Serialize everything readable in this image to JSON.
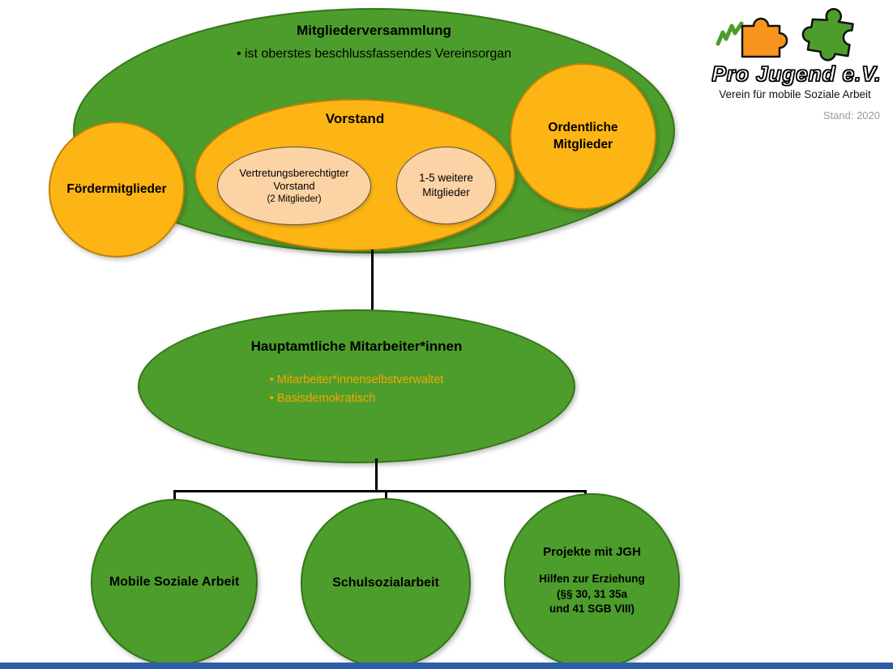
{
  "colors": {
    "green": "#4d9d2c",
    "orange": "#fdb515",
    "peach": "#fbd3a4",
    "bullet_orange": "#f7a600",
    "logo_orange": "#f7941d",
    "footer_blue": "#2d5ca9"
  },
  "icons": {
    "logo": "puzzle-pieces-icon"
  },
  "logo": {
    "name": "Pro Jugend e.V.",
    "subtitle": "Verein für mobile Soziale Arbeit",
    "date_note": "Stand: 2020"
  },
  "nodes": {
    "mitgliederversammlung": {
      "title": "Mitgliederversammlung",
      "bullet": "• ist oberstes beschlussfassendes Vereinsorgan"
    },
    "vorstand": {
      "title": "Vorstand",
      "vertretung_line1": "Vertretungsberechtigter",
      "vertretung_line2": "Vorstand",
      "vertretung_line3": "(2 Mitglieder)",
      "weitere_line1": "1-5 weitere",
      "weitere_line2": "Mitglieder"
    },
    "foerdermitglieder": {
      "title": "Fördermitglieder"
    },
    "ordentliche": {
      "line1": "Ordentliche",
      "line2": "Mitglieder"
    },
    "hauptamtliche": {
      "title": "Hauptamtliche Mitarbeiter*innen",
      "bullet1": "• Mitarbeiter*innenselbstverwaltet",
      "bullet2": "• Basisdemokratisch"
    },
    "mobile": {
      "title": "Mobile Soziale Arbeit"
    },
    "schule": {
      "title": "Schulsozialarbeit"
    },
    "projekte": {
      "title": "Projekte mit JGH",
      "line1": "Hilfen zur Erziehung",
      "line2": "(§§ 30, 31 35a",
      "line3": "und 41 SGB VIII)"
    }
  }
}
